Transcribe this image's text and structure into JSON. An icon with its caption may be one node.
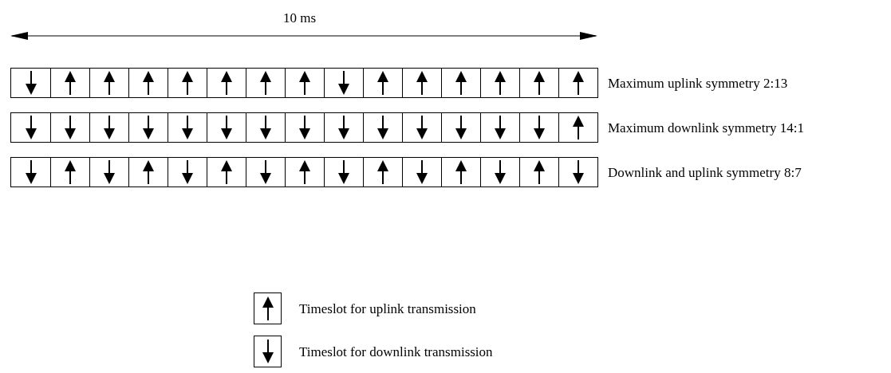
{
  "diagram": {
    "nodes": [
      {
        "text": [],
        "shape": "bar",
        "beside": [
          "Maximum uplink symmetry 2:13"
        ]
      },
      {
        "text": [],
        "shape": "down-arrow",
        "in": 0
      },
      {
        "text": [],
        "shape": "up-arrow",
        "in": 0
      },
      {
        "text": [],
        "shape": "up-arrow",
        "in": 0
      },
      {
        "text": [],
        "shape": "up-arrow",
        "in": 0
      },
      {
        "text": [],
        "shape": "up-arrow",
        "in": 0
      },
      {
        "text": [],
        "shape": "up-arrow",
        "in": 0
      },
      {
        "text": [],
        "shape": "up-arrow",
        "in": 0
      },
      {
        "text": [],
        "shape": "up-arrow",
        "in": 0
      },
      {
        "text": [],
        "shape": "down-arrow",
        "in": 0
      },
      {
        "text": [],
        "shape": "up-arrow",
        "in": 0
      },
      {
        "text": [],
        "shape": "up-arrow",
        "in": 0
      },
      {
        "text": [],
        "shape": "up-arrow",
        "in": 0
      },
      {
        "text": [],
        "shape": "up-arrow",
        "in": 0
      },
      {
        "text": [],
        "shape": "up-arrow",
        "in": 0
      },
      {
        "text": [],
        "shape": "up-arrow",
        "in": 0
      },
      {
        "text": [],
        "shape": "bar",
        "beside": [
          "Maximum downlink symmetry 14:1"
        ]
      },
      {
        "text": [],
        "shape": "down-arrow",
        "in": 16
      },
      {
        "text": [],
        "shape": "down-arrow",
        "in": 16
      },
      {
        "text": [],
        "shape": "down-arrow",
        "in": 16
      },
      {
        "text": [],
        "shape": "down-arrow",
        "in": 16
      },
      {
        "text": [],
        "shape": "down-arrow",
        "in": 16
      },
      {
        "text": [],
        "shape": "down-arrow",
        "in": 16
      },
      {
        "text": [],
        "shape": "down-arrow",
        "in": 16
      },
      {
        "text": [],
        "shape": "down-arrow",
        "in": 16
      },
      {
        "text": [],
        "shape": "down-arrow",
        "in": 16
      },
      {
        "text": [],
        "shape": "down-arrow",
        "in": 16
      },
      {
        "text": [],
        "shape": "down-arrow",
        "in": 16
      },
      {
        "text": [],
        "shape": "down-arrow",
        "in": 16
      },
      {
        "text": [],
        "shape": "down-arrow",
        "in": 16
      },
      {
        "text": [],
        "shape": "down-arrow",
        "in": 16
      },
      {
        "text": [],
        "shape": "up-arrow",
        "in": 16
      },
      {
        "text": [],
        "shape": "bar",
        "beside": [
          "Downlink and uplink symmetry 8:7"
        ]
      },
      {
        "text": [],
        "shape": "down-arrow",
        "in": 32
      },
      {
        "text": [],
        "shape": "up-arrow",
        "in": 32
      },
      {
        "text": [],
        "shape": "down-arrow",
        "in": 32
      },
      {
        "text": [],
        "shape": "up-arrow",
        "in": 32
      },
      {
        "text": [],
        "shape": "down-arrow",
        "in": 32
      },
      {
        "text": [],
        "shape": "up-arrow",
        "in": 32
      },
      {
        "text": [],
        "shape": "down-arrow",
        "in": 32
      },
      {
        "text": [],
        "shape": "up-arrow",
        "in": 32
      },
      {
        "text": [],
        "shape": "down-arrow",
        "in": 32
      },
      {
        "text": [],
        "shape": "up-arrow",
        "in": 32
      },
      {
        "text": [],
        "shape": "down-arrow",
        "in": 32
      },
      {
        "text": [],
        "shape": "up-arrow",
        "in": 32
      },
      {
        "text": [],
        "shape": "down-arrow",
        "in": 32
      },
      {
        "text": [],
        "shape": "up-arrow",
        "in": 32
      },
      {
        "text": [],
        "shape": "down-arrow",
        "in": 32
      }
    ],
    "edges": [],
    "labels": [
      "10 ms"
    ],
    "legend": [
      {
        "text": "Timeslot for uplink transmission"
      },
      {
        "text": "Timeslot for downlink transmission"
      }
    ]
  }
}
